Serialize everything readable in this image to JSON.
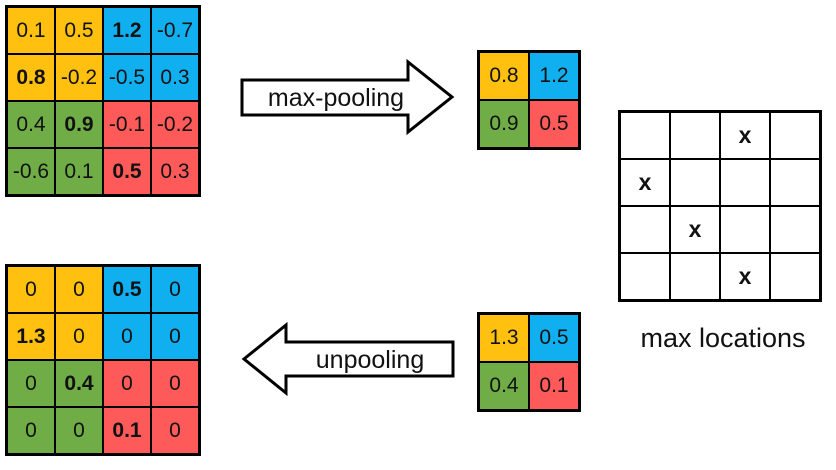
{
  "colors": {
    "yellow": "#FFC010",
    "blue": "#10B0F0",
    "green": "#70AD47",
    "red": "#FF5A5A",
    "white": "#FFFFFF",
    "line": "#000000",
    "background": "#FFFFFF"
  },
  "arrows": {
    "max_pooling": {
      "label": "max-pooling",
      "direction": "right"
    },
    "unpooling": {
      "label": "unpooling",
      "direction": "left"
    }
  },
  "max_locations": {
    "label": "max locations",
    "mark_symbol": "x"
  },
  "grids": {
    "input": {
      "rows": [
        [
          {
            "v": "0.1",
            "c": "yellow"
          },
          {
            "v": "0.5",
            "c": "yellow"
          },
          {
            "v": "1.2",
            "c": "blue",
            "b": true
          },
          {
            "v": "-0.7",
            "c": "blue"
          }
        ],
        [
          {
            "v": "0.8",
            "c": "yellow",
            "b": true
          },
          {
            "v": "-0.2",
            "c": "yellow"
          },
          {
            "v": "-0.5",
            "c": "blue"
          },
          {
            "v": "0.3",
            "c": "blue"
          }
        ],
        [
          {
            "v": "0.4",
            "c": "green"
          },
          {
            "v": "0.9",
            "c": "green",
            "b": true
          },
          {
            "v": "-0.1",
            "c": "red"
          },
          {
            "v": "-0.2",
            "c": "red"
          }
        ],
        [
          {
            "v": "-0.6",
            "c": "green"
          },
          {
            "v": "0.1",
            "c": "green"
          },
          {
            "v": "0.5",
            "c": "red",
            "b": true
          },
          {
            "v": "0.3",
            "c": "red"
          }
        ]
      ]
    },
    "pooled": {
      "rows": [
        [
          {
            "v": "0.8",
            "c": "yellow"
          },
          {
            "v": "1.2",
            "c": "blue"
          }
        ],
        [
          {
            "v": "0.9",
            "c": "green"
          },
          {
            "v": "0.5",
            "c": "red"
          }
        ]
      ]
    },
    "max_locations": {
      "rows": [
        [
          {
            "v": "",
            "c": "white"
          },
          {
            "v": "",
            "c": "white"
          },
          {
            "v": "x",
            "c": "white",
            "b": true
          },
          {
            "v": "",
            "c": "white"
          }
        ],
        [
          {
            "v": "x",
            "c": "white",
            "b": true
          },
          {
            "v": "",
            "c": "white"
          },
          {
            "v": "",
            "c": "white"
          },
          {
            "v": "",
            "c": "white"
          }
        ],
        [
          {
            "v": "",
            "c": "white"
          },
          {
            "v": "x",
            "c": "white",
            "b": true
          },
          {
            "v": "",
            "c": "white"
          },
          {
            "v": "",
            "c": "white"
          }
        ],
        [
          {
            "v": "",
            "c": "white"
          },
          {
            "v": "",
            "c": "white"
          },
          {
            "v": "x",
            "c": "white",
            "b": true
          },
          {
            "v": "",
            "c": "white"
          }
        ]
      ]
    },
    "unpooled": {
      "rows": [
        [
          {
            "v": "0",
            "c": "yellow"
          },
          {
            "v": "0",
            "c": "yellow"
          },
          {
            "v": "0.5",
            "c": "blue",
            "b": true
          },
          {
            "v": "0",
            "c": "blue"
          }
        ],
        [
          {
            "v": "1.3",
            "c": "yellow",
            "b": true
          },
          {
            "v": "0",
            "c": "yellow"
          },
          {
            "v": "0",
            "c": "blue"
          },
          {
            "v": "0",
            "c": "blue"
          }
        ],
        [
          {
            "v": "0",
            "c": "green"
          },
          {
            "v": "0.4",
            "c": "green",
            "b": true
          },
          {
            "v": "0",
            "c": "red"
          },
          {
            "v": "0",
            "c": "red"
          }
        ],
        [
          {
            "v": "0",
            "c": "green"
          },
          {
            "v": "0",
            "c": "green"
          },
          {
            "v": "0.1",
            "c": "red",
            "b": true
          },
          {
            "v": "0",
            "c": "red"
          }
        ]
      ]
    },
    "unpool_input": {
      "rows": [
        [
          {
            "v": "1.3",
            "c": "yellow"
          },
          {
            "v": "0.5",
            "c": "blue"
          }
        ],
        [
          {
            "v": "0.4",
            "c": "green"
          },
          {
            "v": "0.1",
            "c": "red"
          }
        ]
      ]
    }
  }
}
